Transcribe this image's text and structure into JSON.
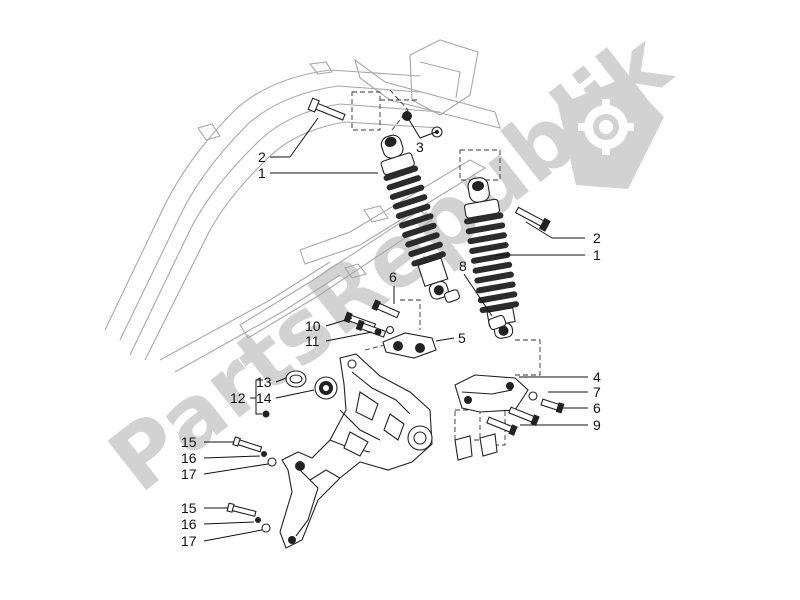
{
  "watermark": {
    "text": "PartsRepublik",
    "color": "#d2d2d2",
    "logo_icon": "gear-icon"
  },
  "colors": {
    "line": "#222222",
    "frame": "#a8a8a8",
    "spring_dark": "#2b2b2b",
    "part_fill": "#ffffff"
  },
  "callouts": {
    "c1a": "1",
    "c1b": "1",
    "c2a": "2",
    "c2b": "2",
    "c3": "3",
    "c4": "4",
    "c5": "5",
    "c6a": "6",
    "c6b": "6",
    "c7": "7",
    "c8": "8",
    "c9": "9",
    "c10": "10",
    "c11": "11",
    "c12": "12",
    "c13": "13",
    "c14": "14",
    "c15a": "15",
    "c16a": "16",
    "c17a": "17",
    "c15b": "15",
    "c16b": "16",
    "c17b": "17"
  }
}
